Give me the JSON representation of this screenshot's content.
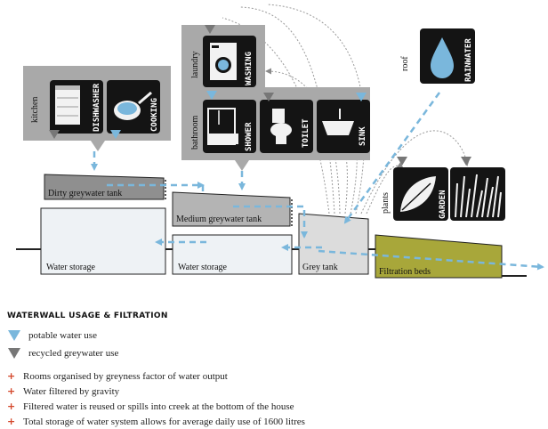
{
  "rooms": {
    "kitchen": "kitchen",
    "laundry": "laundry",
    "bathroom": "bathroom",
    "roof": "roof",
    "plants": "plants"
  },
  "fixtures": {
    "dishwasher": "DISHWASHER",
    "cooking": "COOKING",
    "washing": "WASHING",
    "shower": "SHOWER",
    "toilet": "TOILET",
    "sink": "SINK",
    "rainwater": "RAINWATER",
    "garden": "GARDEN"
  },
  "tanks": {
    "dirty": "Dirty greywater tank",
    "medium": "Medium greywater tank",
    "grey": "Grey tank",
    "storage1": "Water storage",
    "storage2": "Water storage",
    "filtration": "Filtration beds"
  },
  "legend": {
    "title": "WATERWALL USAGE & FILTRATION",
    "potable": "potable water use",
    "recycled": "recycled greywater use",
    "potable_color": "#7ab7dc",
    "recycled_color": "#777777"
  },
  "notes": [
    "Rooms organised by greyness factor of water output",
    "Water filtered by gravity",
    "Filtered water is reused or spills into creek at the bottom of the house",
    "Total storage of water system allows for average daily use of 1600 litres"
  ],
  "colors": {
    "room_fill": "#a9a9a9",
    "icon_fill": "#141414",
    "dirty_tank": "#8f8f8f",
    "medium_tank": "#b4b4b4",
    "grey_tank": "#dcdcdc",
    "storage": "#eef2f5",
    "filtration": "#a8a73a",
    "flow": "#7ab7dc",
    "accent": "#d4472a"
  }
}
